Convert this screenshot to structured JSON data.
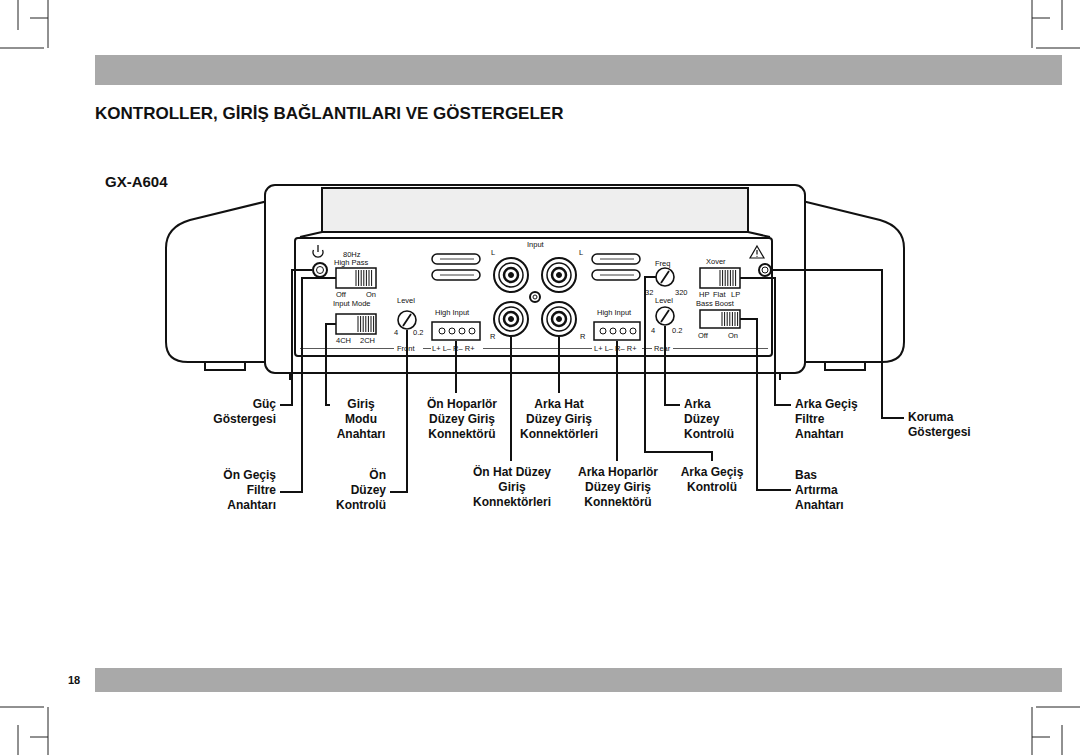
{
  "diagram": {
    "title": "KONTROLLER, GİRİŞ BAĞLANTILARI VE GÖSTERGELER",
    "labels": [
      "GX-A604",
      "80Hz",
      "High Pass",
      "Off",
      "On",
      "Input Mode",
      "4CH",
      "2CH",
      "Level",
      "4",
      "0.2",
      "High Input",
      "Front",
      "L+ L– R– R+",
      "L",
      "Input",
      "L",
      "R",
      "R",
      "High Input",
      "L+ L– R– R+",
      "Rear",
      "Freq",
      "32",
      "320",
      "Xover",
      "HP",
      "Flat",
      "LP",
      "Level",
      "Bass Boost",
      "4",
      "0.2",
      "Off",
      "On",
      "Güç Göstergesi",
      "Giriş Modu Anahtarı",
      "Ön Hoparlör Düzey Giriş Konnektörü",
      "Arka Hat Düzey Giriş Konnektörleri",
      "Arka Düzey Kontrolü",
      "Arka Geçiş Filtre Anahtarı",
      "Koruma Göstergesi",
      "Ön Geçiş Filtre Anahtarı",
      "Ön Düzey Kontrolü",
      "Ön Hat Düzey Giriş Konnektörleri",
      "Arka Hoparlör Düzey Giriş Konnektörü",
      "Arka Geçiş Kontrolü",
      "Bas Artırma Anahtarı",
      "18"
    ]
  }
}
